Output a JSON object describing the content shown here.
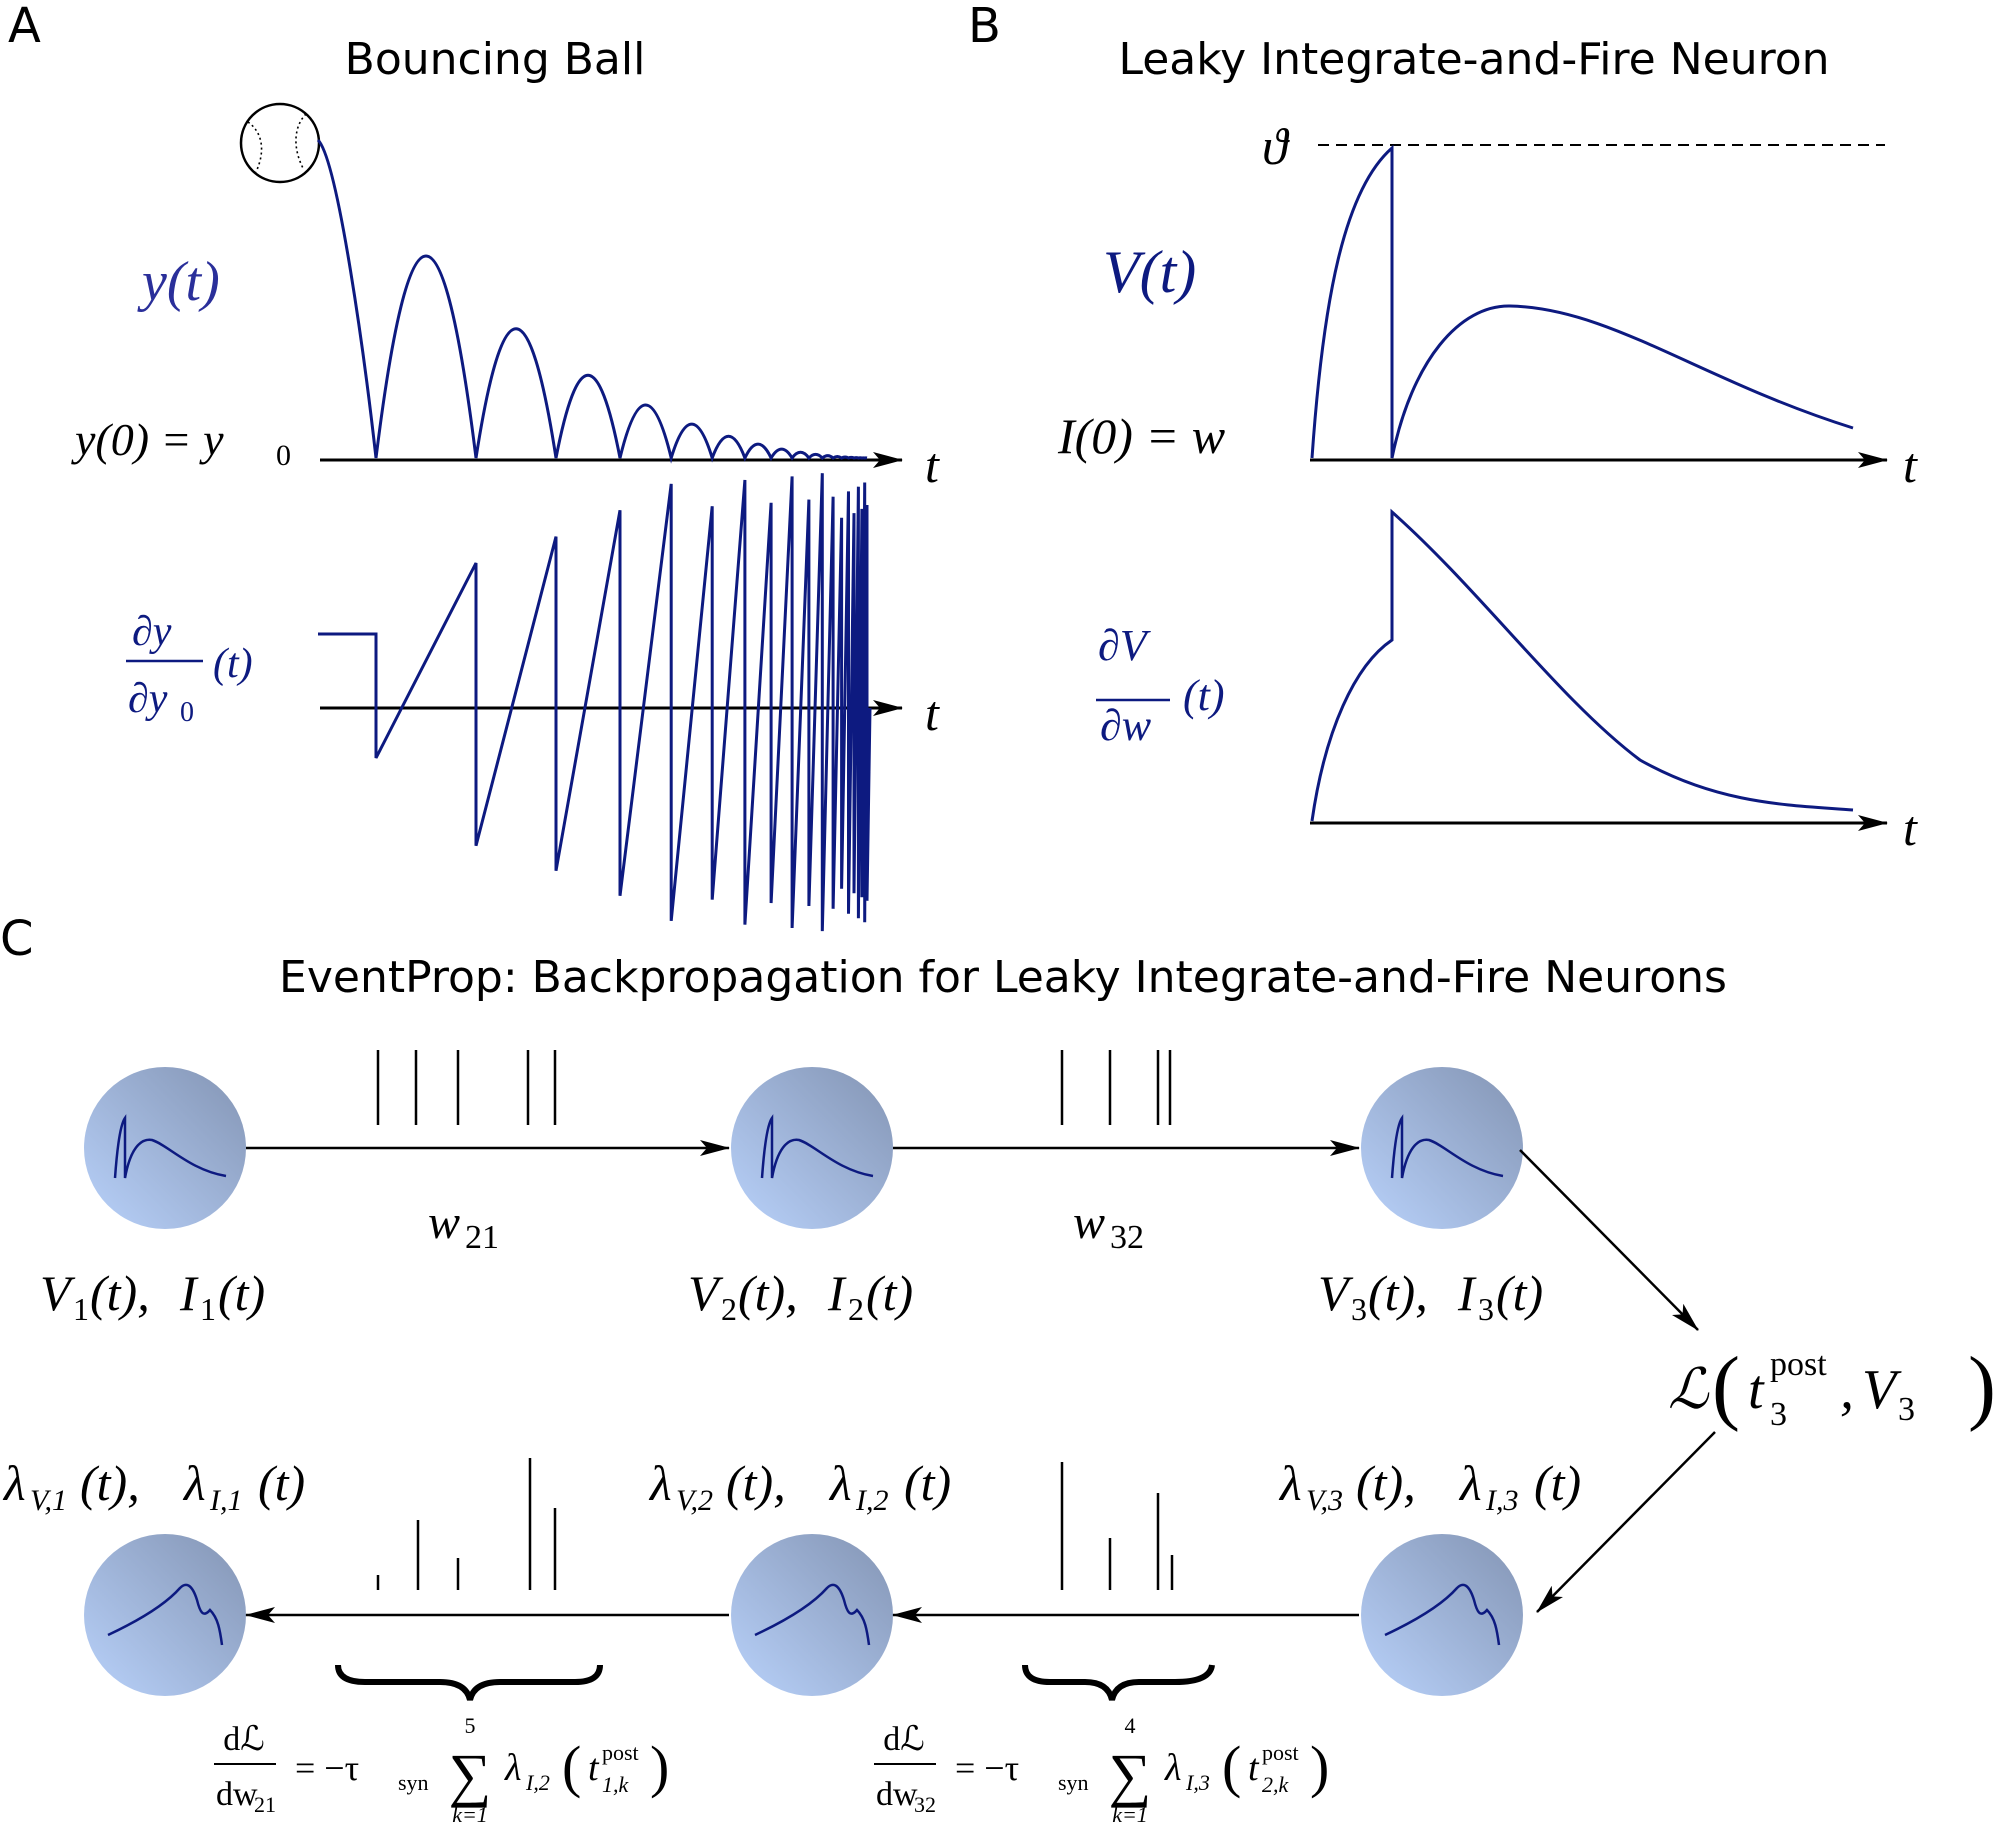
{
  "colors": {
    "curve": "#0d1a80",
    "axis": "#000000",
    "neuron_light": "#b6cdf7",
    "neuron_dark": "#7f94b9"
  },
  "panel_a": {
    "letter": "A",
    "title": "Bouncing Ball",
    "y_label": "y(t)",
    "initial_condition": "y(0) = y",
    "initial_condition_sub": "0",
    "t_label": "t",
    "deriv_num": "∂y",
    "deriv_den": "∂y",
    "deriv_den_sub": "0",
    "deriv_suffix": "(t)",
    "t_label_2": "t"
  },
  "panel_b": {
    "letter": "B",
    "title": "Leaky Integrate-and-Fire Neuron",
    "threshold": "ϑ",
    "v_label": "V(t)",
    "initial_condition": "I(0) = w",
    "t_label": "t",
    "deriv_num": "∂V",
    "deriv_den": "∂w",
    "deriv_suffix": "(t)",
    "t_label_2": "t"
  },
  "panel_c": {
    "letter": "C",
    "title": "EventProp: Backpropagation for Leaky Integrate-and-Fire Neurons",
    "weights": [
      {
        "w": "w",
        "sub": "21"
      },
      {
        "w": "w",
        "sub": "32"
      }
    ],
    "forward_labels": [
      {
        "v": "V",
        "vsub": "1",
        "i": "I",
        "isub": "1"
      },
      {
        "v": "V",
        "vsub": "2",
        "i": "I",
        "isub": "2"
      },
      {
        "v": "V",
        "vsub": "3",
        "i": "I",
        "isub": "3"
      }
    ],
    "adjoint_labels": [
      {
        "a": "λ",
        "asub": "V,1",
        "b": "λ",
        "bsub": "I,1"
      },
      {
        "a": "λ",
        "asub": "V,2",
        "b": "λ",
        "bsub": "I,2"
      },
      {
        "a": "λ",
        "asub": "V,3",
        "b": "λ",
        "bsub": "I,3"
      }
    ],
    "loss": {
      "symbol": "ℒ",
      "t": "t",
      "t_sub": "3",
      "t_sup": "post",
      "v": "V",
      "v_sub": "3"
    },
    "gradients": [
      {
        "num": "dℒ",
        "den": "dw",
        "den_sub": "21",
        "eq": "= −τ",
        "tau_sub": "syn",
        "sum_top": "5",
        "sum_bottom": "k=1",
        "lam": "λ",
        "lam_sub": "I,2",
        "t": "t",
        "t_sub": "1,k",
        "t_sup": "post"
      },
      {
        "num": "dℒ",
        "den": "dw",
        "den_sub": "32",
        "eq": "= −τ",
        "tau_sub": "syn",
        "sum_top": "4",
        "sum_bottom": "k=1",
        "lam": "λ",
        "lam_sub": "I,3",
        "t": "t",
        "t_sub": "2,k",
        "t_sup": "post"
      }
    ]
  }
}
